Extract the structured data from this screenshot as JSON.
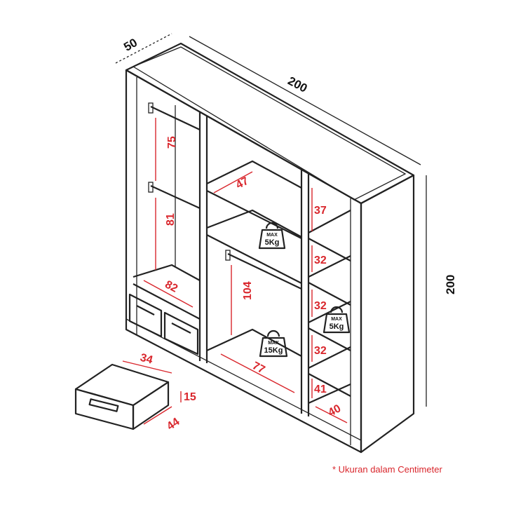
{
  "overall": {
    "depth": "50",
    "width": "200",
    "height": "200"
  },
  "left_column": {
    "upper_hanging": "75",
    "lower_hanging": "81",
    "width": "82"
  },
  "middle_column": {
    "top_shelf": "47",
    "hanging": "104",
    "width": "77"
  },
  "right_column": {
    "shelves": [
      "37",
      "32",
      "32",
      "32",
      "41"
    ],
    "width": "40"
  },
  "drawer": {
    "width": "34",
    "height": "15",
    "depth": "44"
  },
  "weights": [
    {
      "max": "MAX",
      "value": "5Kg"
    },
    {
      "max": "MAX",
      "value": "5Kg"
    },
    {
      "max": "MAX",
      "value": "15Kg"
    }
  ],
  "footnote": "* Ukuran dalam Centimeter",
  "colors": {
    "accent": "#d9262c",
    "line": "#222222"
  }
}
